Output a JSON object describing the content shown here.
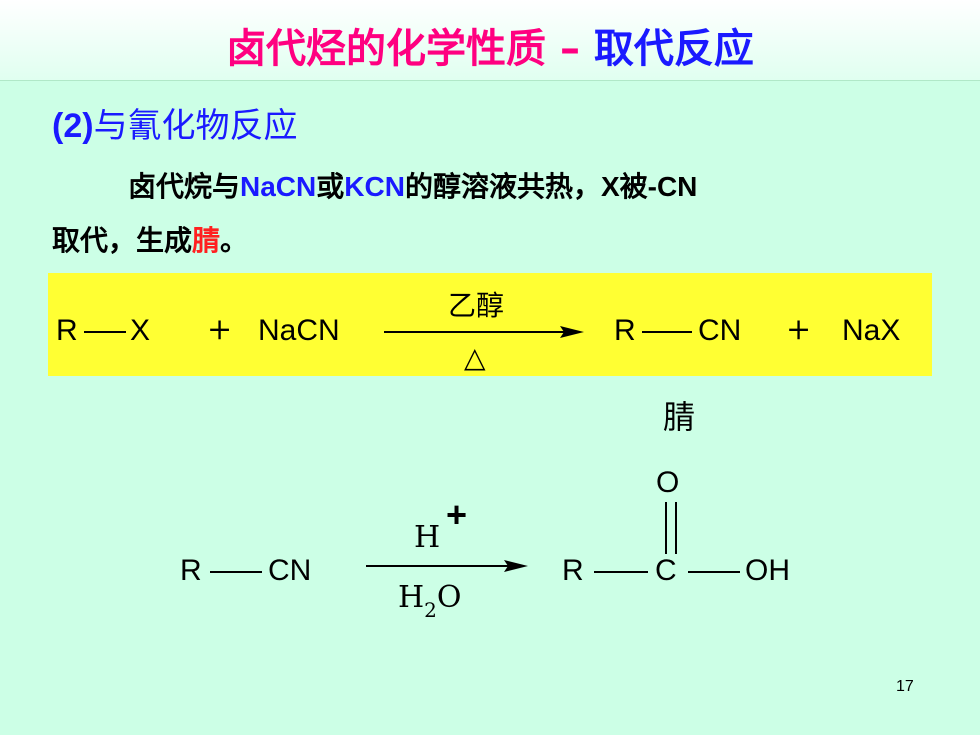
{
  "title": {
    "part1": "卤代烃的化学性质",
    "dash": " – ",
    "part2": "取代反应"
  },
  "section": {
    "number": "(2)",
    "heading": "与氰化物反应"
  },
  "paragraph": {
    "t1": "卤代烷与",
    "nacn": "NaCN",
    "t2": "或",
    "kcn": "KCN",
    "t3": "的醇溶液共热，",
    "x_cn": "X被-CN",
    "t4": "取代，生成",
    "nitrile": "腈",
    "t5": "。"
  },
  "equation1": {
    "r": "R",
    "x": "X",
    "plus1": "+",
    "reagent": "NaCN",
    "above_arrow": "乙醇",
    "below_arrow": "△",
    "r2": "R",
    "cn": "CN",
    "plus2": "+",
    "byproduct": "NaX",
    "product_label": "腈"
  },
  "equation2": {
    "r": "R",
    "cn": "CN",
    "catalyst": "H",
    "catalyst_sup": "+",
    "solvent_h": "H",
    "solvent_sub": "2",
    "solvent_o": "O",
    "r2": "R",
    "c": "C",
    "o": "O",
    "oh": "OH"
  },
  "page_number": "17",
  "colors": {
    "background": "#ccffe6",
    "title_pink": "#ff0080",
    "blue": "#1a1aff",
    "red": "#ff2020",
    "highlight": "#ffff33"
  }
}
